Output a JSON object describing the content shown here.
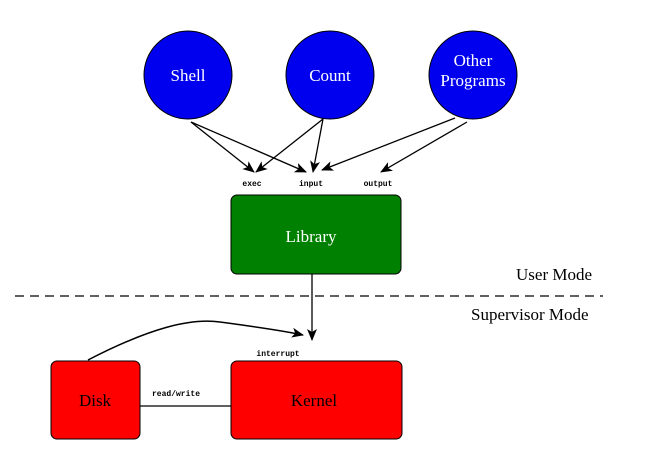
{
  "nodes": {
    "shell": {
      "label": "Shell"
    },
    "count": {
      "label": "Count"
    },
    "other": {
      "label_line1": "Other",
      "label_line2": "Programs"
    },
    "library": {
      "label": "Library"
    },
    "disk": {
      "label": "Disk"
    },
    "kernel": {
      "label": "Kernel"
    }
  },
  "edge_labels": {
    "exec": "exec",
    "input": "input",
    "output": "output",
    "interrupt": "interrupt",
    "read_write": "read/write"
  },
  "modes": {
    "user": "User Mode",
    "supervisor": "Supervisor Mode"
  },
  "colors": {
    "program_fill": "#0000ee",
    "library_fill": "#008000",
    "kernel_fill": "#ff0000",
    "disk_fill": "#ff0000",
    "stroke": "#000000"
  }
}
